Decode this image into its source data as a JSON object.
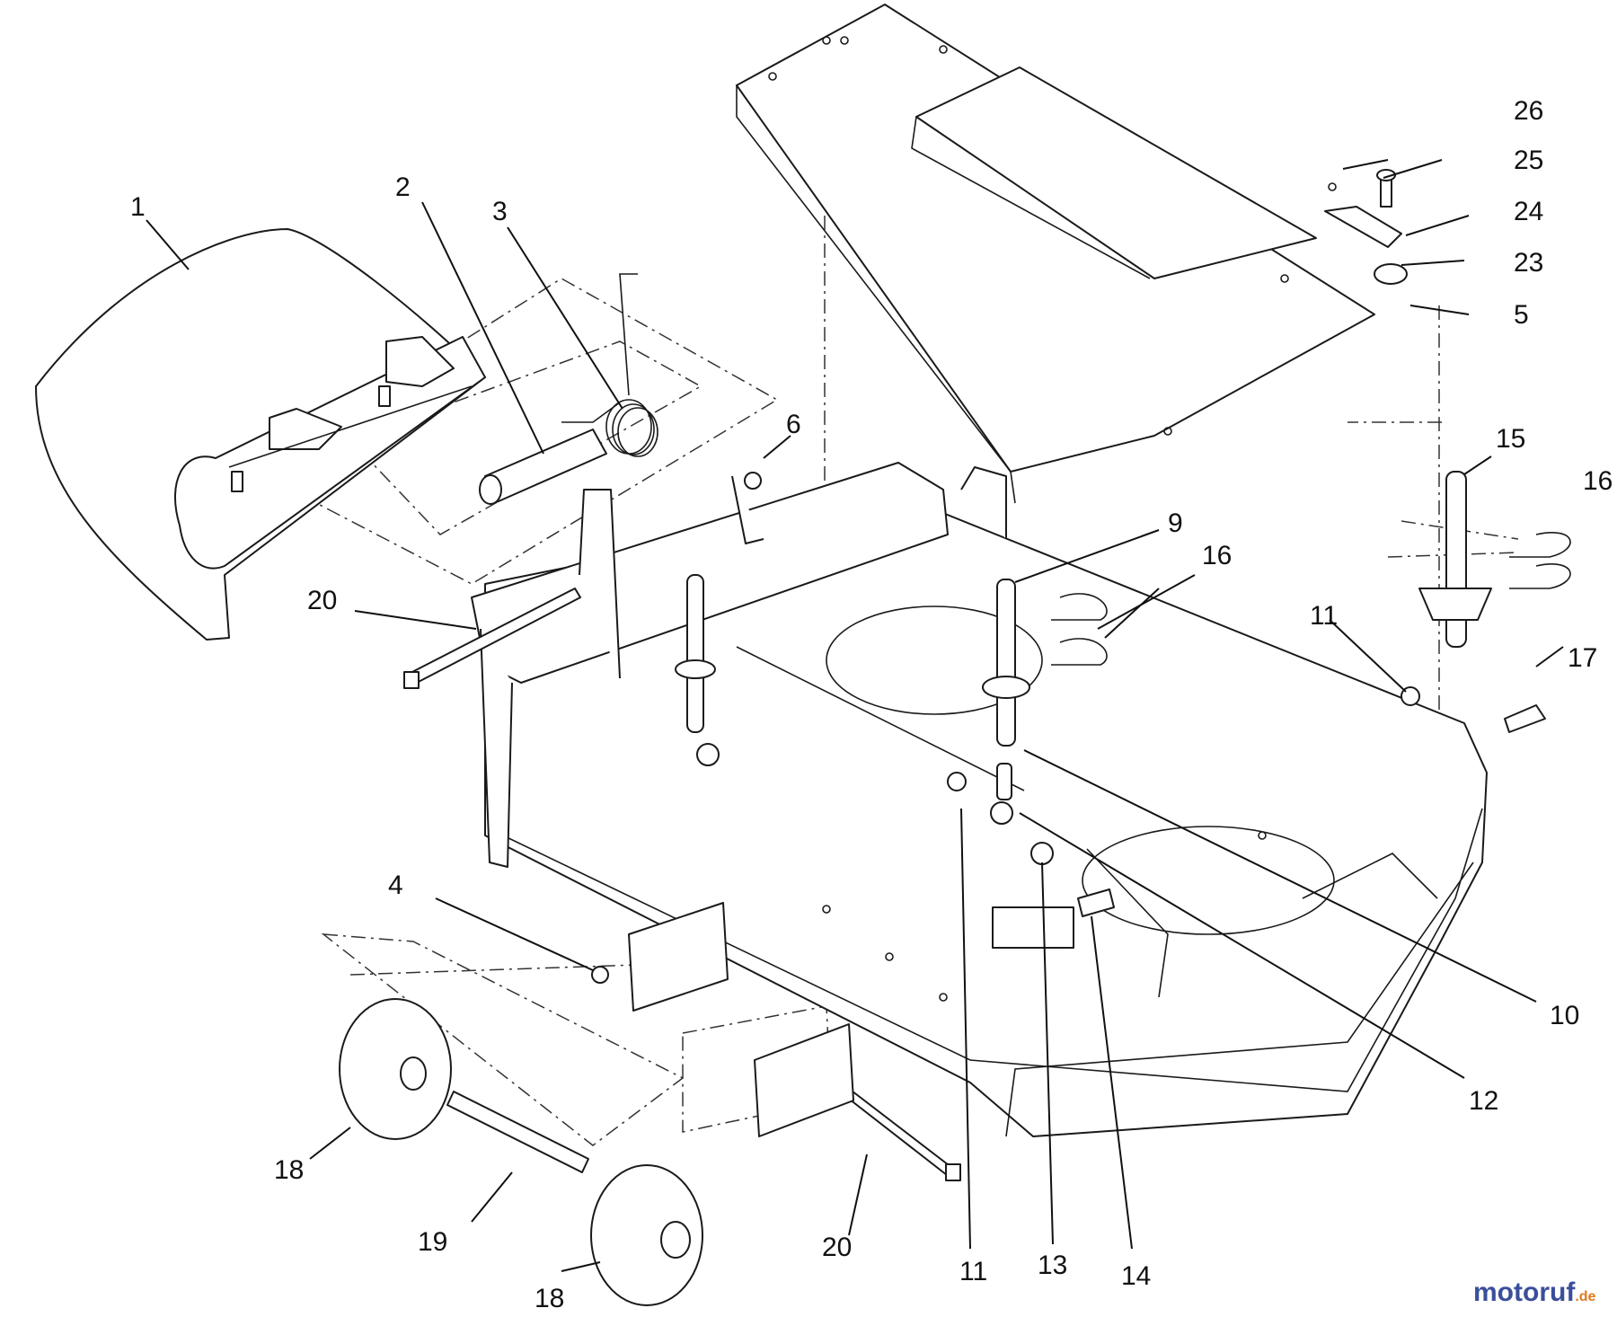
{
  "diagram": {
    "callouts": [
      {
        "label": "1"
      },
      {
        "label": "2"
      },
      {
        "label": "3"
      },
      {
        "label": "26"
      },
      {
        "label": "25"
      },
      {
        "label": "24"
      },
      {
        "label": "23"
      },
      {
        "label": "5"
      },
      {
        "label": "6"
      },
      {
        "label": "9"
      },
      {
        "label": "16"
      },
      {
        "label": "15"
      },
      {
        "label": "16"
      },
      {
        "label": "20"
      },
      {
        "label": "11"
      },
      {
        "label": "17"
      },
      {
        "label": "10"
      },
      {
        "label": "12"
      },
      {
        "label": "4"
      },
      {
        "label": "18"
      },
      {
        "label": "19"
      },
      {
        "label": "20"
      },
      {
        "label": "11"
      },
      {
        "label": "13"
      },
      {
        "label": "14"
      },
      {
        "label": "18"
      }
    ]
  },
  "watermark": {
    "main": "motoruf",
    "suffix": ".de",
    "color_main": "#3a4f9a",
    "color_accent": "#e07a1c"
  }
}
